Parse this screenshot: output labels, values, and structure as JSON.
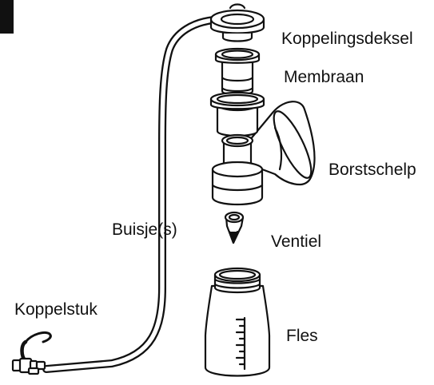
{
  "labels": {
    "coupling_cover": "Koppelingsdeksel",
    "membrane": "Membraan",
    "breast_shield": "Borstschelp",
    "tubing": "Buisje(s)",
    "valve": "Ventiel",
    "connector": "Koppelstuk",
    "bottle": "Fles"
  },
  "colors": {
    "line": "#111111",
    "fill": "#ffffff",
    "tab": "#111111"
  }
}
